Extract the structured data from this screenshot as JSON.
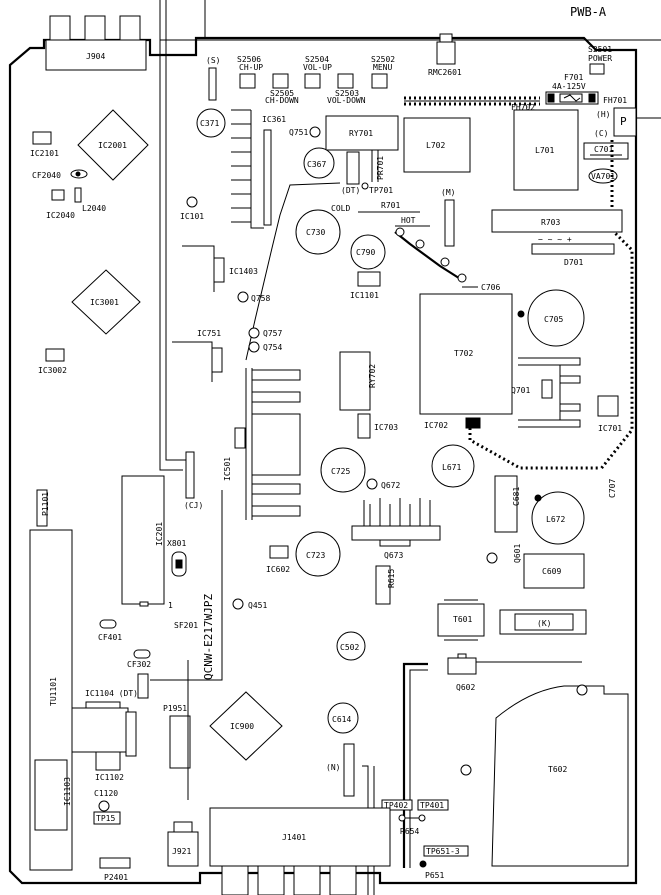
{
  "board": {
    "title": "PWB-A"
  },
  "labels": {
    "J904": "J904",
    "S_switch": "(S)",
    "S2506": "S2506",
    "S2506_fn": "CH-UP",
    "S2505": "S2505",
    "S2505_fn": "CH-DOWN",
    "S2504": "S2504",
    "S2504_fn": "VOL-UP",
    "S2503": "S2503",
    "S2503_fn": "VOL-DOWN",
    "S2502": "S2502",
    "S2502_fn": "MENU",
    "RMC2601": "RMC2601",
    "S2501": "S2501",
    "S2501_fn": "POWER",
    "F701": "F701",
    "F701_rating": "4A-125V",
    "FH702": "FH702",
    "FH701": "FH701",
    "H": "(H)",
    "C": "(C)",
    "P": "P",
    "C701": "C701",
    "VA701": "VA701",
    "C371": "C371",
    "IC361": "IC361",
    "Q751": "Q751",
    "RY701": "RY701",
    "PR701": "PR701",
    "L702": "L702",
    "L701": "L701",
    "IC2101": "IC2101",
    "IC2001": "IC2001",
    "CF2040": "CF2040",
    "L2040": "L2040",
    "IC2040": "IC2040",
    "IC101": "IC101",
    "C367": "C367",
    "DT1": "(DT)",
    "TP701": "TP701",
    "COLD": "COLD",
    "R701": "R701",
    "HOT": "HOT",
    "M": "(M)",
    "R703": "R703",
    "D701": "D701",
    "D701_symbols": "−  ~  ~  +",
    "C730": "C730",
    "C790": "C790",
    "IC1101": "IC1101",
    "IC1403": "IC1403",
    "Q758": "Q758",
    "IC3001": "IC3001",
    "C706": "C706",
    "C705": "C705",
    "T702": "T702",
    "IC751": "IC751",
    "Q757": "Q757",
    "Q754": "Q754",
    "IC3002": "IC3002",
    "RY702": "RY702",
    "Q701": "Q701",
    "IC703": "IC703",
    "IC702": "IC702",
    "IC701": "IC701",
    "IC501": "IC501",
    "C725": "C725",
    "L671": "L671",
    "Q672": "Q672",
    "C681": "C681",
    "C707": "C707",
    "L672": "L672",
    "P1101": "P1101",
    "CJ": "(CJ)",
    "IC201": "IC201",
    "X801": "X801",
    "C723": "C723",
    "Q673": "Q673",
    "IC602": "IC602",
    "Q601": "Q601",
    "C609": "C609",
    "R615": "R615",
    "pin1": "1",
    "SF201": "SF201",
    "pwb_code": "QCNW-E217WJPZ",
    "Q451": "Q451",
    "T601": "T601",
    "K": "(K)",
    "CF401": "CF401",
    "C502": "C502",
    "TU1101": "TU1101",
    "CF302": "CF302",
    "Q602": "Q602",
    "IC1104": "IC1104 (DT)",
    "P1951": "P1951",
    "IC900": "IC900",
    "C614": "C614",
    "T602": "T602",
    "IC1102": "IC1102",
    "N": "(N)",
    "C1120": "C1120",
    "IC1103": "IC1103",
    "TP15": "TP15",
    "TP402": "TP402",
    "TP401": "TP401",
    "R654": "R654",
    "J1401": "J1401",
    "J921": "J921",
    "TP651_3": "TP651-3",
    "P2401": "P2401",
    "P651": "P651"
  }
}
